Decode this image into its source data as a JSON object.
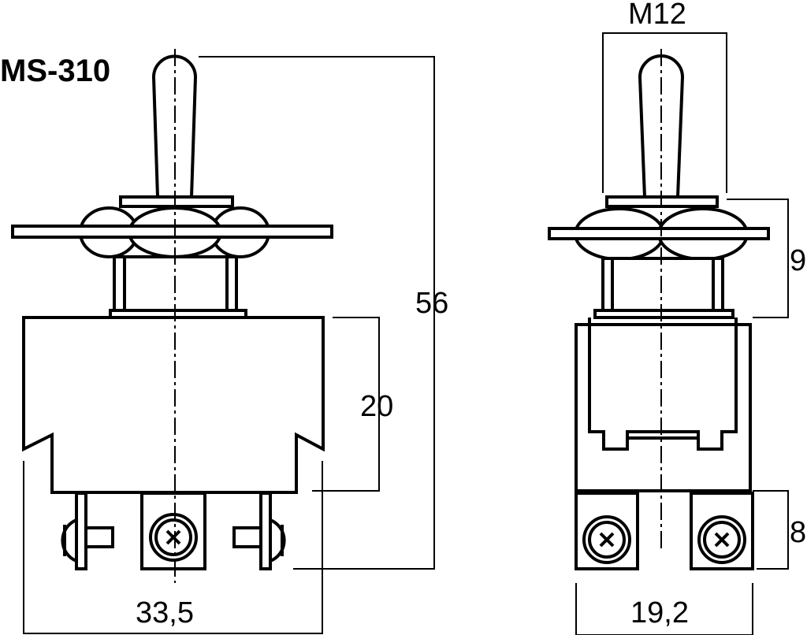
{
  "model": "MS-310",
  "front_view": {
    "height_label": "56",
    "body_height_label": "20",
    "width_label": "33,5"
  },
  "side_view": {
    "thread_label": "M12",
    "bushing_height_label": "9",
    "terminal_height_label": "8",
    "width_label": "19,2"
  }
}
